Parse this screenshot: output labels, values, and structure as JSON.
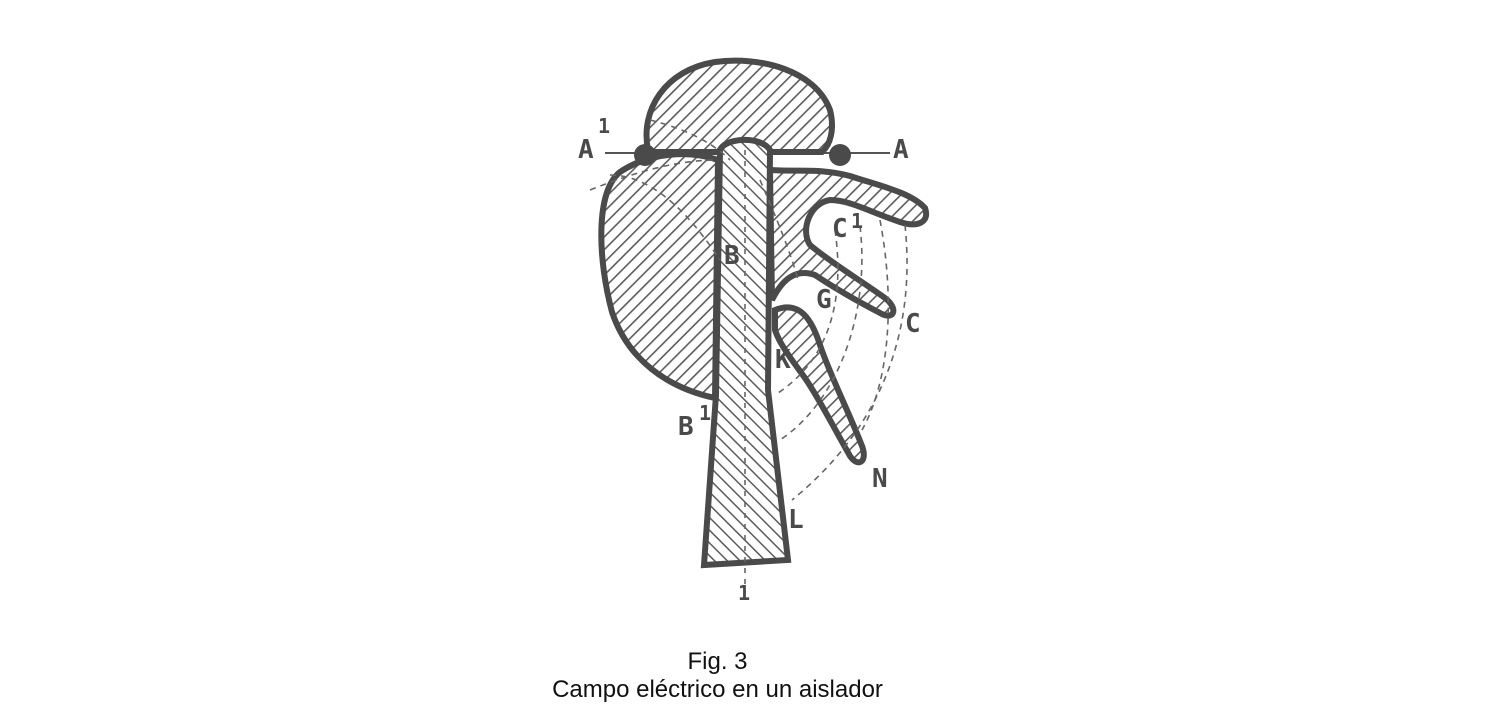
{
  "figure": {
    "number": "Fig. 3",
    "caption": "Campo eléctrico en un aislador",
    "colors": {
      "ink": "#4a4a4a",
      "hatch": "#5c5c5c",
      "background": "#ffffff"
    }
  },
  "labels": {
    "A": "A",
    "A1": "A",
    "A1_sup": "1",
    "B": "B",
    "B1": "B",
    "B1_sup": "1",
    "C": "C",
    "C1": "C",
    "C1_sup": "1",
    "G": "G",
    "K": "K",
    "N": "N",
    "L": "L",
    "bottom_mark": "1"
  }
}
